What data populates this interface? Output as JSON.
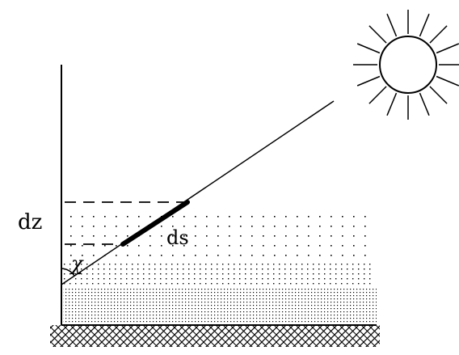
{
  "labels": {
    "dz": "dz",
    "ds": "ds",
    "angle": "χ"
  }
}
